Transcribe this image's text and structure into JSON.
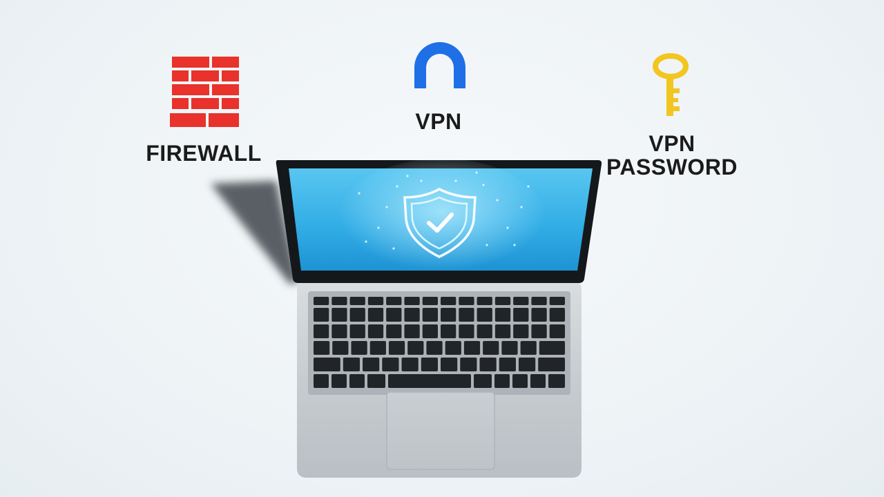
{
  "icons": {
    "firewall": {
      "label": "FIREWALL",
      "icon": "brick-wall-icon",
      "color": "#e8322b"
    },
    "vpn": {
      "label": "VPN",
      "icon": "tunnel-arch-icon",
      "color": "#1f6fe6"
    },
    "vpn_password": {
      "label_line1": "VPN",
      "label_line2": "PASSWORD",
      "icon": "key-icon",
      "color": "#f2c51f"
    }
  },
  "laptop": {
    "screen_icon": "shield-check-icon",
    "screen_color": "#3cb7ea"
  }
}
